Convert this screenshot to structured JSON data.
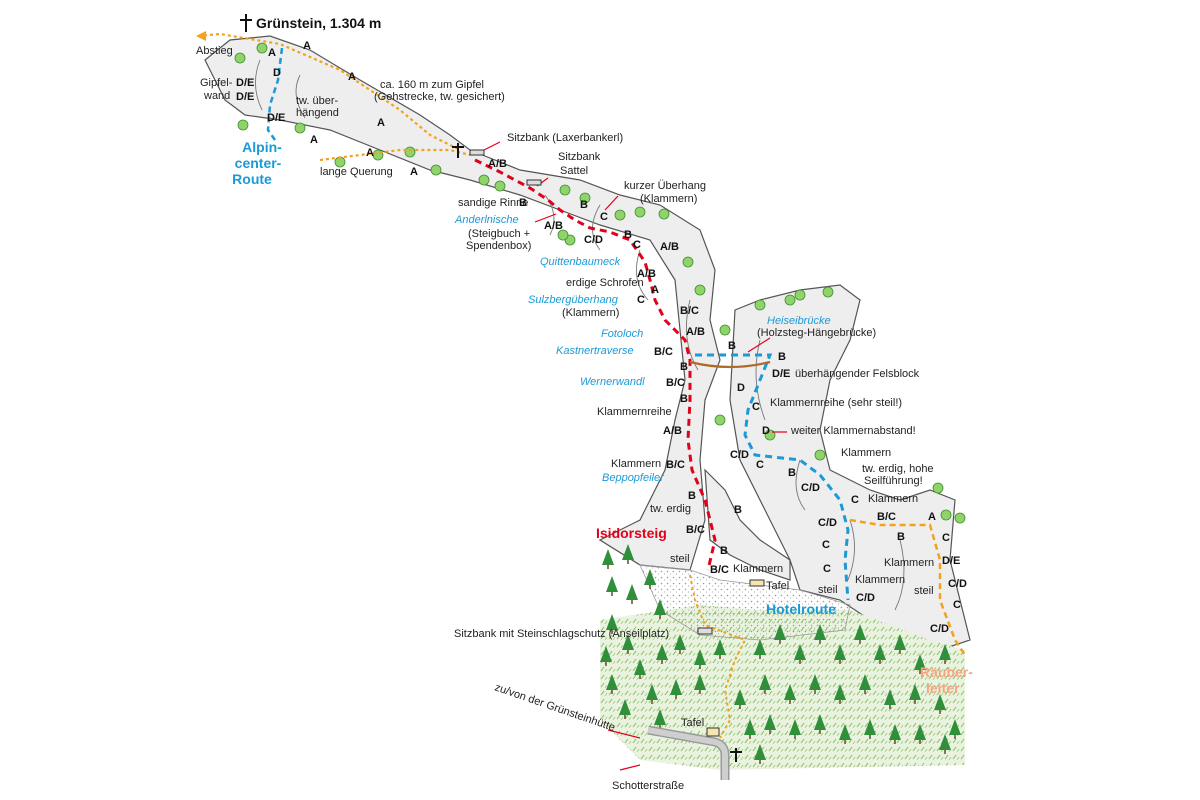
{
  "summit": {
    "cross": "✝",
    "name": "Grünstein, 1.304 m"
  },
  "routes": [
    {
      "name": "Alpin-center-Route",
      "lines": [
        "Alpin-",
        "center-",
        "Route"
      ],
      "color": "#1a9ad6"
    },
    {
      "name": "Isidorsteig",
      "lines": [
        "Isidorsteig"
      ],
      "color": "#e2001a"
    },
    {
      "name": "Hotelroute",
      "lines": [
        "Hotelroute"
      ],
      "color": "#1a9ad6"
    },
    {
      "name": "Räuberleiter",
      "lines": [
        "Räuber-",
        "leiter"
      ],
      "color": "#f4a582"
    }
  ],
  "labels": {
    "abstieg": "Abstieg",
    "gipfelwand_1": "Gipfel-",
    "gipfelwand_2": "wand",
    "overhang_1": "tw. über-",
    "overhang_2": "hängend",
    "gipfel_1": "ca. 160 m zum Gipfel",
    "gipfel_2": "(Gehstrecke, tw. gesichert)",
    "querung": "lange Querung",
    "sitzbank_laxer": "Sitzbank (Laxerbankerl)",
    "sitzbank": "Sitzbank",
    "sattel": "Sattel",
    "rinne": "sandige Rinne",
    "ueberhang_1": "kurzer Überhang",
    "ueberhang_2": "(Klammern)",
    "steigbuch_1": "(Steigbuch +",
    "steigbuch_2": "Spendenbox)",
    "schrofen": "erdige Schrofen",
    "klammern_paren": "(Klammern)",
    "heiseibruecke_sub": "(Holzsteg-Hängebrücke)",
    "felsblock": "überhängender Felsblock",
    "klammernreihe_steil": "Klammernreihe (sehr steil!)",
    "klammernabstand": "weiter Klammernabstand!",
    "klammernreihe": "Klammernreihe",
    "klammern": "Klammern",
    "erdig_1": "tw. erdig, hohe",
    "erdig_2": "Seilführung!",
    "tw_erdig": "tw. erdig",
    "steil": "steil",
    "tafel": "Tafel",
    "anseilplatz": "Sitzbank mit Steinschlagschutz (Anseilplatz)",
    "huette": "zu/von der Grünsteinhütte",
    "schotterstrasse": "Schotterstraße"
  },
  "pois": {
    "anderlnische": "Anderlnische",
    "quittenbaumeck": "Quittenbaumeck",
    "sulzberg": "Sulzbergüberhang",
    "fotoloch": "Fotoloch",
    "kastnertraverse": "Kastnertraverse",
    "wernerwandl": "Wernerwandl",
    "beppopfeiler": "Beppopfeiler",
    "heiseibruecke": "Heiseibrücke"
  },
  "grades": [
    "A",
    "A",
    "A",
    "D/E",
    "D",
    "D/E",
    "D/E",
    "A",
    "A",
    "A",
    "A",
    "A/B",
    "B",
    "B",
    "C",
    "A/B",
    "C/D",
    "B",
    "A/B",
    "C",
    "A/B",
    "A",
    "C",
    "B/C",
    "A/B",
    "B/C",
    "B",
    "B/C",
    "B",
    "A/B",
    "B/C",
    "B",
    "B",
    "B/C",
    "B",
    "B/C",
    "B",
    "B",
    "D/E",
    "D",
    "C",
    "D",
    "C/D",
    "C",
    "B",
    "C/D",
    "C",
    "C/D",
    "C",
    "C",
    "C/D",
    "B/C",
    "A",
    "B",
    "C",
    "D/E",
    "C/D",
    "C",
    "C/D"
  ],
  "colors": {
    "rock": "#eeeeee",
    "rock_line": "#555555",
    "forest": "#eaf3df",
    "tree": "#2f8f3a",
    "path_orange": "#f2a21b",
    "isidor_red": "#e2001a",
    "hotel_blue": "#1a9ad6",
    "bridge_brown": "#b06a28",
    "road": "#999999"
  }
}
